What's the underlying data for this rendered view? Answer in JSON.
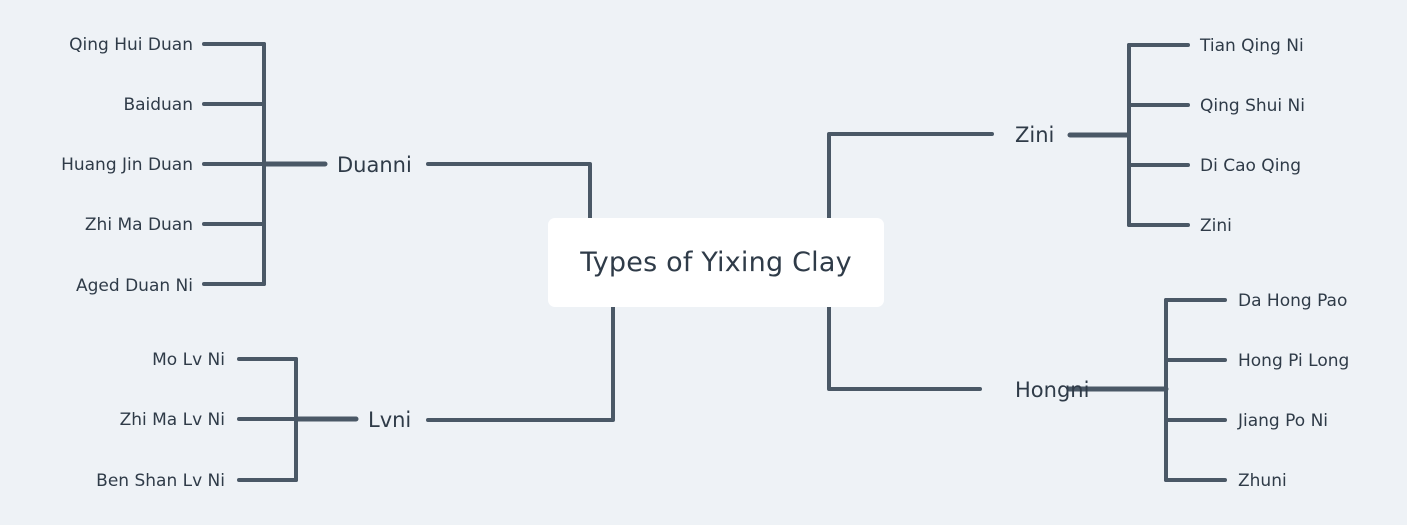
{
  "central_topic": {
    "label": "Types of Yixing Clay"
  },
  "colors": {
    "background": "#eef2f6",
    "connector": "#4a5866",
    "text": "#2f3b48",
    "central_box": "#ffffff"
  },
  "branches": [
    {
      "label": "Duanni",
      "side": "left",
      "children": [
        "Qing Hui Duan",
        "Baiduan",
        "Huang Jin Duan",
        "Zhi Ma Duan",
        "Aged Duan Ni"
      ]
    },
    {
      "label": "Lvni",
      "side": "left",
      "children": [
        "Mo Lv Ni",
        "Zhi Ma Lv Ni",
        "Ben Shan Lv Ni"
      ]
    },
    {
      "label": "Zini",
      "side": "right",
      "children": [
        "Tian Qing Ni",
        "Qing Shui Ni",
        "Di Cao Qing",
        "Zini"
      ]
    },
    {
      "label": "Hongni",
      "side": "right",
      "children": [
        "Da Hong Pao",
        "Hong Pi Long",
        "Jiang Po Ni",
        "Zhuni"
      ]
    }
  ]
}
